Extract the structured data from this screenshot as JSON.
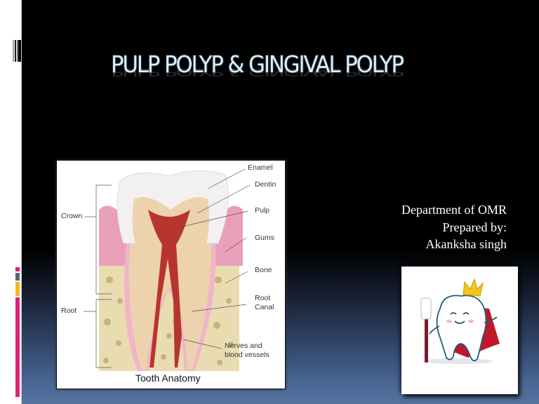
{
  "slide": {
    "title": "PULP POLYP & GINGIVAL POLYP",
    "credits": {
      "department": "Department of OMR",
      "prepared_by_label": "Prepared by:",
      "author": "Akanksha singh"
    }
  },
  "tooth_diagram": {
    "caption": "Tooth Anatomy",
    "left_labels": {
      "crown": "Crown",
      "root": "Root"
    },
    "right_labels": {
      "enamel": "Enamel",
      "dentin": "Dentin",
      "pulp": "Pulp",
      "gums": "Gums",
      "bone": "Bone",
      "root_canal_1": "Root",
      "root_canal_2": "Canal",
      "nerves_1": "Nerves and",
      "nerves_2": "blood vessels"
    }
  },
  "colors": {
    "title": "#dbeefb",
    "background_top": "#000000",
    "background_bottom": "#56739f",
    "accent_pink": "#e0207a",
    "accent_gray": "#5a6472",
    "accent_yellow": "#f7b522"
  }
}
